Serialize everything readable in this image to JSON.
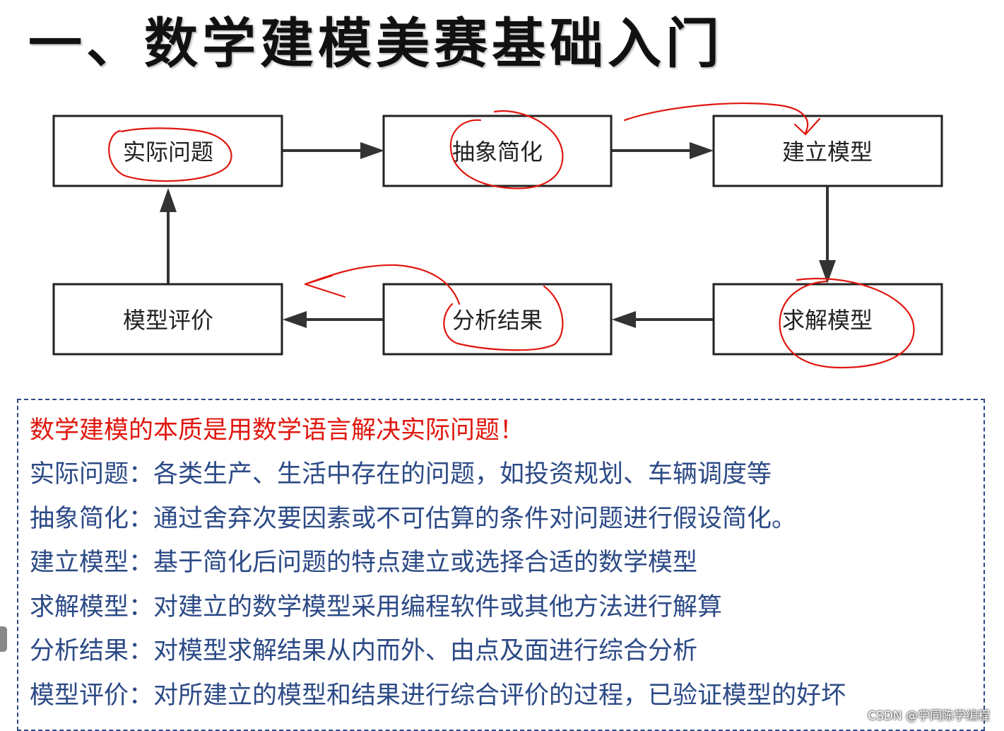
{
  "title": "一、数学建模美赛基础入门",
  "diagram": {
    "nodes": {
      "practical": "实际问题",
      "abstract": "抽象简化",
      "build": "建立模型",
      "evaluate": "模型评价",
      "analyze": "分析结果",
      "solve": "求解模型"
    }
  },
  "description": {
    "essence": "数学建模的本质是用数学语言解决实际问题！",
    "lines": [
      "实际问题：各类生产、生活中存在的问题，如投资规划、车辆调度等",
      "抽象简化：通过舍弃次要因素或不可估算的条件对问题进行假设简化。",
      "建立模型：基于简化后问题的特点建立或选择合适的数学模型",
      "求解模型：对建立的数学模型采用编程软件或其他方法进行解算",
      "分析结果：对模型求解结果从内而外、由点及面进行综合分析",
      "模型评价：对所建立的模型和结果进行综合评价的过程，已验证模型的好坏"
    ]
  },
  "watermark": "CSDN @学同陈学编程",
  "colors": {
    "text_blue": "#2c4a86",
    "text_red": "#e0170f",
    "annotation_red": "#e0170f",
    "box_stroke": "#222222"
  }
}
